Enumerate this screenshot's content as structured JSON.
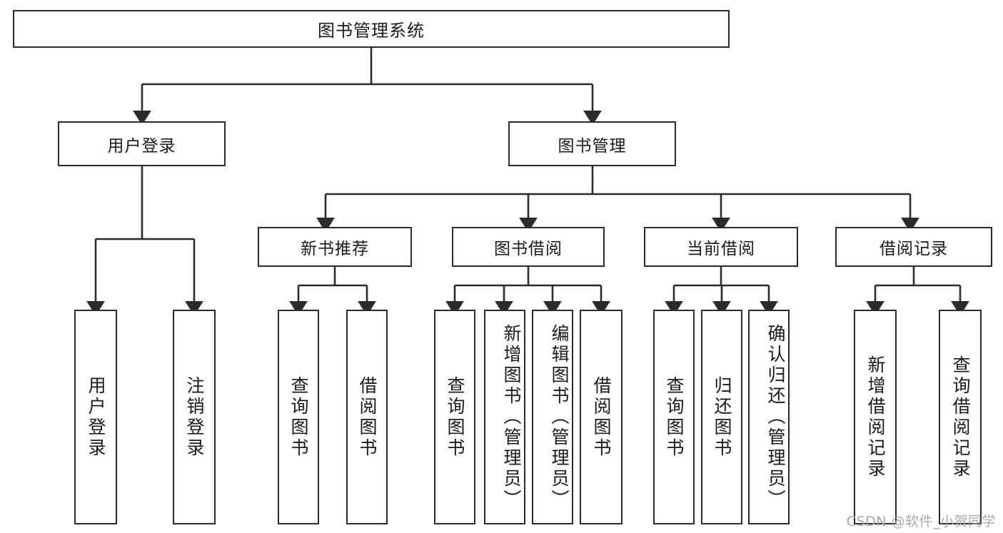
{
  "diagram": {
    "title": "图书管理系统",
    "type": "hierarchy-tree",
    "watermark": "CSDN @软件_小贺同学",
    "colors": {
      "stroke": "#2b2b2b",
      "fill": "#ffffff",
      "text": "#1a1a1a",
      "watermark": "#a8a8a8"
    },
    "levels": {
      "level1": [
        {
          "id": "root",
          "label": "图书管理系统"
        }
      ],
      "level2": [
        {
          "id": "user-login",
          "label": "用户登录"
        },
        {
          "id": "book-management",
          "label": "图书管理"
        }
      ],
      "level3": [
        {
          "id": "new-book-recommend",
          "label": "新书推荐"
        },
        {
          "id": "book-borrow",
          "label": "图书借阅"
        },
        {
          "id": "current-borrow",
          "label": "当前借阅"
        },
        {
          "id": "borrow-record",
          "label": "借阅记录"
        }
      ],
      "level4": [
        {
          "id": "leaf-user-login",
          "label": "用户登录",
          "parent": "user-login"
        },
        {
          "id": "leaf-logout",
          "label": "注销登录",
          "parent": "user-login"
        },
        {
          "id": "leaf-query-book-1",
          "label": "查询图书",
          "parent": "new-book-recommend"
        },
        {
          "id": "leaf-borrow-book-1",
          "label": "借阅图书",
          "parent": "new-book-recommend"
        },
        {
          "id": "leaf-query-book-2",
          "label": "查询图书",
          "parent": "book-borrow"
        },
        {
          "id": "leaf-add-book",
          "label": "新增图书（管理员）",
          "parent": "book-borrow"
        },
        {
          "id": "leaf-edit-book",
          "label": "编辑图书（管理员）",
          "parent": "book-borrow"
        },
        {
          "id": "leaf-borrow-book-2",
          "label": "借阅图书",
          "parent": "book-borrow"
        },
        {
          "id": "leaf-query-book-3",
          "label": "查询图书",
          "parent": "current-borrow"
        },
        {
          "id": "leaf-return-book",
          "label": "归还图书",
          "parent": "current-borrow"
        },
        {
          "id": "leaf-confirm-return",
          "label": "确认归还（管理员）",
          "parent": "current-borrow"
        },
        {
          "id": "leaf-add-record",
          "label": "新增借阅记录",
          "parent": "borrow-record"
        },
        {
          "id": "leaf-query-record",
          "label": "查询借阅记录",
          "parent": "borrow-record"
        }
      ]
    }
  }
}
